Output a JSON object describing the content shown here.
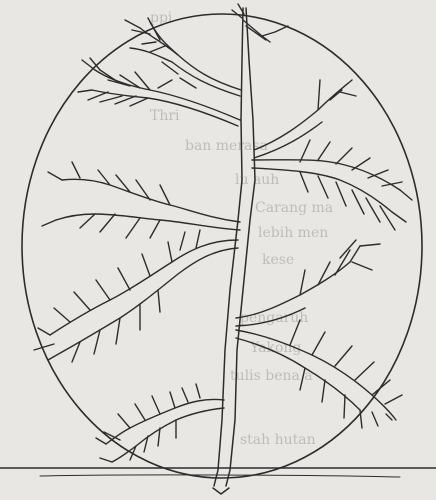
{
  "figure": {
    "background": "#e8e7e3",
    "ink": "#2c2c2c",
    "bleed_text_color": "#9c9a95"
  },
  "bleed_through": [
    "Thri",
    "ban merasa",
    "lu auh",
    "Carang ma",
    "lebih men",
    "kese",
    "pengaruh",
    "Yakong",
    "tulis bena a",
    "stah hutan",
    "ppi"
  ]
}
